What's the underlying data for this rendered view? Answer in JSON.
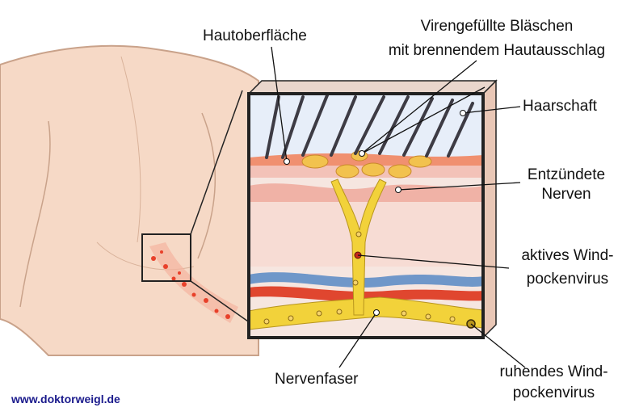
{
  "labels": {
    "hautoberflaeche": "Hautoberfläche",
    "blaeschen_line1": "Virengefüllte Bläschen",
    "blaeschen_line2": "mit brennendem Hautausschlag",
    "haarschaft": "Haarschaft",
    "nerven_line1": "Entzündete",
    "nerven_line2": "Nerven",
    "aktiv_line1": "aktives Wind-",
    "aktiv_line2": "pockenvirus",
    "nervenfaser": "Nervenfaser",
    "ruhend_line1": "ruhendes Wind-",
    "ruhend_line2": "pockenvirus"
  },
  "website": "www.doktorweigl.de",
  "colors": {
    "skin": "#f6d9c6",
    "skin_outline": "#c9a28a",
    "dermis_pink": "#f3c2b8",
    "nerve_yellow": "#f2d23a",
    "vein_blue": "#6f97c9",
    "artery_red": "#e0462f",
    "rash_red": "#e8402a",
    "hair": "#3d3b44",
    "air_blue": "#e7eef9",
    "url_blue": "#1a1a8c"
  }
}
